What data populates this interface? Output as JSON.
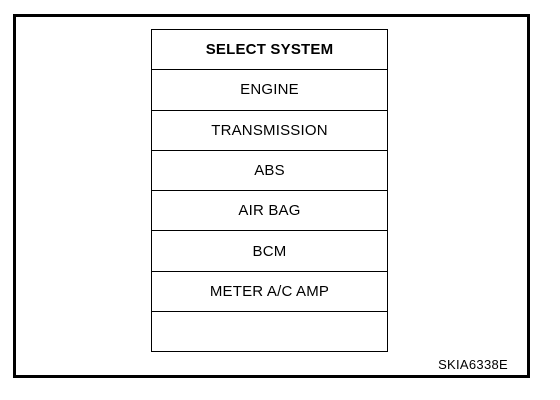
{
  "menu": {
    "header": "SELECT SYSTEM",
    "items": [
      {
        "label": "ENGINE"
      },
      {
        "label": "TRANSMISSION"
      },
      {
        "label": "ABS"
      },
      {
        "label": "AIR BAG"
      },
      {
        "label": "BCM"
      },
      {
        "label": "METER A/C AMP"
      },
      {
        "label": ""
      }
    ]
  },
  "footer": {
    "reference_code": "SKIA6338E"
  }
}
